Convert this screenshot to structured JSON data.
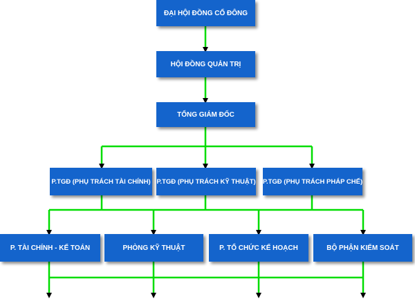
{
  "colors": {
    "box": "#1464cc",
    "line": "#00dd00",
    "arrow": "#000000"
  },
  "nodes": {
    "shareholders": "ĐẠI HỘI ĐỒNG CỔ ĐÔNG",
    "board": "HỘI ĐỒNG QUẢN TRỊ",
    "ceo": "TỔNG GIÁM ĐỐC",
    "deputy_finance": "P.TGĐ (PHỤ TRÁCH TÀI CHÍNH)",
    "deputy_tech": "P.TGĐ (PHỤ TRÁCH KỸ THUẬT)",
    "deputy_legal": "P.TGĐ (PHỤ TRÁCH PHÁP CHẾ)",
    "dept_finance": "P. TÀI CHÍNH - KẾ TOÁN",
    "dept_tech": "PHÒNG KỸ THUẬT",
    "dept_org": "P. TỔ CHỨC KẾ HOẠCH",
    "dept_control": "BỘ PHẬN KIỂM SOÁT"
  }
}
